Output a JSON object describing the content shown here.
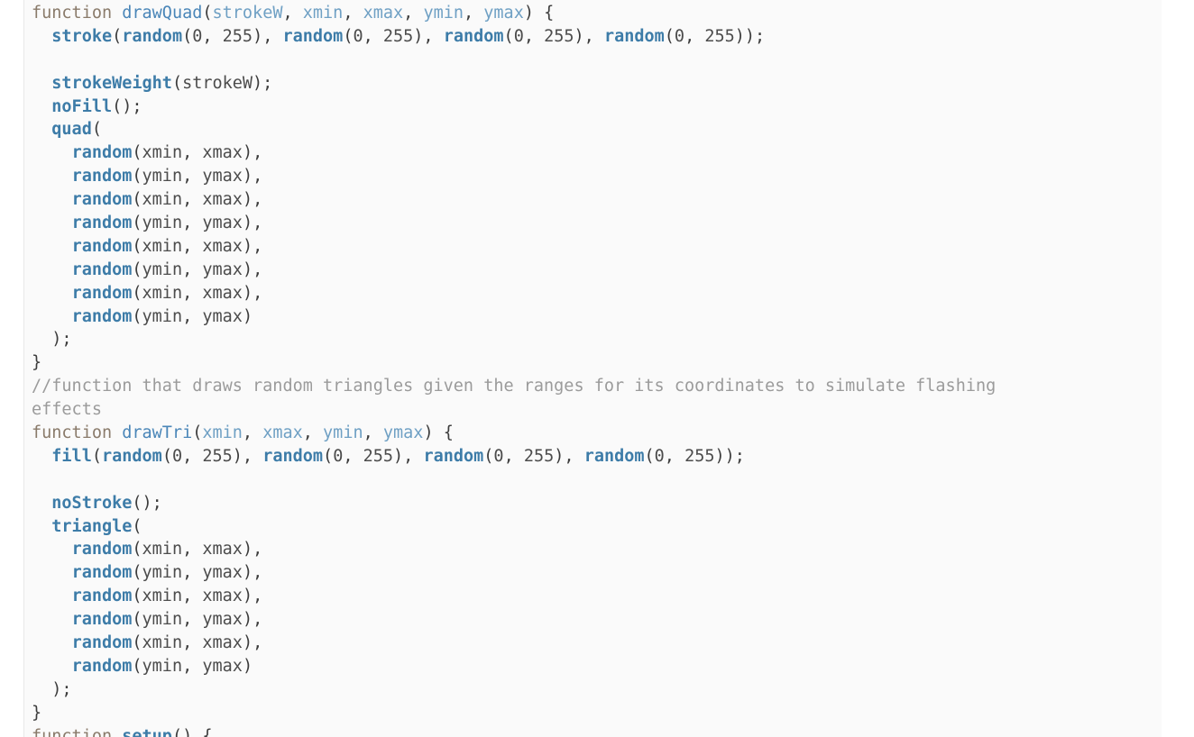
{
  "editor": {
    "name": "code-viewer",
    "language": "javascript",
    "background": "#fafafa",
    "page_background": "#ffffff",
    "gutter_border_color": "#e8e8e8",
    "colors": {
      "keyword": "#8a7b6b",
      "function_name": "#4a86b8",
      "parameter": "#6fa0c4",
      "builtin_call": "#3d7ca8",
      "punctuation": "#3c3c3c",
      "number": "#4c4c4c",
      "comment": "#9b9b9b"
    }
  },
  "code": {
    "lines": [
      {
        "id": 1,
        "indent": 0,
        "tokens": [
          {
            "t": "kw",
            "v": "function"
          },
          {
            "t": "punct",
            "v": " "
          },
          {
            "t": "fname",
            "v": "drawQuad"
          },
          {
            "t": "punct",
            "v": "("
          },
          {
            "t": "param",
            "v": "strokeW"
          },
          {
            "t": "punct",
            "v": ", "
          },
          {
            "t": "param",
            "v": "xmin"
          },
          {
            "t": "punct",
            "v": ", "
          },
          {
            "t": "param",
            "v": "xmax"
          },
          {
            "t": "punct",
            "v": ", "
          },
          {
            "t": "param",
            "v": "ymin"
          },
          {
            "t": "punct",
            "v": ", "
          },
          {
            "t": "param",
            "v": "ymax"
          },
          {
            "t": "punct",
            "v": ") {"
          }
        ]
      },
      {
        "id": 2,
        "indent": 2,
        "tokens": [
          {
            "t": "call",
            "v": "stroke"
          },
          {
            "t": "punct",
            "v": "("
          },
          {
            "t": "call",
            "v": "random"
          },
          {
            "t": "punct",
            "v": "("
          },
          {
            "t": "num",
            "v": "0"
          },
          {
            "t": "punct",
            "v": ", "
          },
          {
            "t": "num",
            "v": "255"
          },
          {
            "t": "punct",
            "v": "), "
          },
          {
            "t": "call",
            "v": "random"
          },
          {
            "t": "punct",
            "v": "("
          },
          {
            "t": "num",
            "v": "0"
          },
          {
            "t": "punct",
            "v": ", "
          },
          {
            "t": "num",
            "v": "255"
          },
          {
            "t": "punct",
            "v": "), "
          },
          {
            "t": "call",
            "v": "random"
          },
          {
            "t": "punct",
            "v": "("
          },
          {
            "t": "num",
            "v": "0"
          },
          {
            "t": "punct",
            "v": ", "
          },
          {
            "t": "num",
            "v": "255"
          },
          {
            "t": "punct",
            "v": "), "
          },
          {
            "t": "call",
            "v": "random"
          },
          {
            "t": "punct",
            "v": "("
          },
          {
            "t": "num",
            "v": "0"
          },
          {
            "t": "punct",
            "v": ", "
          },
          {
            "t": "num",
            "v": "255"
          },
          {
            "t": "punct",
            "v": "));"
          }
        ]
      },
      {
        "id": 3,
        "indent": 0,
        "tokens": []
      },
      {
        "id": 4,
        "indent": 2,
        "tokens": [
          {
            "t": "call",
            "v": "strokeWeight"
          },
          {
            "t": "punct",
            "v": "("
          },
          {
            "t": "var",
            "v": "strokeW"
          },
          {
            "t": "punct",
            "v": ");"
          }
        ]
      },
      {
        "id": 5,
        "indent": 2,
        "tokens": [
          {
            "t": "call",
            "v": "noFill"
          },
          {
            "t": "punct",
            "v": "();"
          }
        ]
      },
      {
        "id": 6,
        "indent": 2,
        "tokens": [
          {
            "t": "call",
            "v": "quad"
          },
          {
            "t": "punct",
            "v": "("
          }
        ]
      },
      {
        "id": 7,
        "indent": 4,
        "tokens": [
          {
            "t": "call",
            "v": "random"
          },
          {
            "t": "punct",
            "v": "("
          },
          {
            "t": "var",
            "v": "xmin"
          },
          {
            "t": "punct",
            "v": ", "
          },
          {
            "t": "var",
            "v": "xmax"
          },
          {
            "t": "punct",
            "v": "),"
          }
        ]
      },
      {
        "id": 8,
        "indent": 4,
        "tokens": [
          {
            "t": "call",
            "v": "random"
          },
          {
            "t": "punct",
            "v": "("
          },
          {
            "t": "var",
            "v": "ymin"
          },
          {
            "t": "punct",
            "v": ", "
          },
          {
            "t": "var",
            "v": "ymax"
          },
          {
            "t": "punct",
            "v": "),"
          }
        ]
      },
      {
        "id": 9,
        "indent": 4,
        "tokens": [
          {
            "t": "call",
            "v": "random"
          },
          {
            "t": "punct",
            "v": "("
          },
          {
            "t": "var",
            "v": "xmin"
          },
          {
            "t": "punct",
            "v": ", "
          },
          {
            "t": "var",
            "v": "xmax"
          },
          {
            "t": "punct",
            "v": "),"
          }
        ]
      },
      {
        "id": 10,
        "indent": 4,
        "tokens": [
          {
            "t": "call",
            "v": "random"
          },
          {
            "t": "punct",
            "v": "("
          },
          {
            "t": "var",
            "v": "ymin"
          },
          {
            "t": "punct",
            "v": ", "
          },
          {
            "t": "var",
            "v": "ymax"
          },
          {
            "t": "punct",
            "v": "),"
          }
        ]
      },
      {
        "id": 11,
        "indent": 4,
        "tokens": [
          {
            "t": "call",
            "v": "random"
          },
          {
            "t": "punct",
            "v": "("
          },
          {
            "t": "var",
            "v": "xmin"
          },
          {
            "t": "punct",
            "v": ", "
          },
          {
            "t": "var",
            "v": "xmax"
          },
          {
            "t": "punct",
            "v": "),"
          }
        ]
      },
      {
        "id": 12,
        "indent": 4,
        "tokens": [
          {
            "t": "call",
            "v": "random"
          },
          {
            "t": "punct",
            "v": "("
          },
          {
            "t": "var",
            "v": "ymin"
          },
          {
            "t": "punct",
            "v": ", "
          },
          {
            "t": "var",
            "v": "ymax"
          },
          {
            "t": "punct",
            "v": "),"
          }
        ]
      },
      {
        "id": 13,
        "indent": 4,
        "tokens": [
          {
            "t": "call",
            "v": "random"
          },
          {
            "t": "punct",
            "v": "("
          },
          {
            "t": "var",
            "v": "xmin"
          },
          {
            "t": "punct",
            "v": ", "
          },
          {
            "t": "var",
            "v": "xmax"
          },
          {
            "t": "punct",
            "v": "),"
          }
        ]
      },
      {
        "id": 14,
        "indent": 4,
        "tokens": [
          {
            "t": "call",
            "v": "random"
          },
          {
            "t": "punct",
            "v": "("
          },
          {
            "t": "var",
            "v": "ymin"
          },
          {
            "t": "punct",
            "v": ", "
          },
          {
            "t": "var",
            "v": "ymax"
          },
          {
            "t": "punct",
            "v": ")"
          }
        ]
      },
      {
        "id": 15,
        "indent": 2,
        "tokens": [
          {
            "t": "punct",
            "v": ");"
          }
        ]
      },
      {
        "id": 16,
        "indent": 0,
        "tokens": [
          {
            "t": "punct",
            "v": "}"
          }
        ]
      },
      {
        "id": 17,
        "indent": 0,
        "tokens": [
          {
            "t": "cmt",
            "v": "//function that draws random triangles given the ranges for its coordinates to simulate flashing"
          }
        ]
      },
      {
        "id": 18,
        "indent": 0,
        "tokens": [
          {
            "t": "cmt",
            "v": "effects"
          }
        ]
      },
      {
        "id": 19,
        "indent": 0,
        "tokens": [
          {
            "t": "kw",
            "v": "function"
          },
          {
            "t": "punct",
            "v": " "
          },
          {
            "t": "fname",
            "v": "drawTri"
          },
          {
            "t": "punct",
            "v": "("
          },
          {
            "t": "param",
            "v": "xmin"
          },
          {
            "t": "punct",
            "v": ", "
          },
          {
            "t": "param",
            "v": "xmax"
          },
          {
            "t": "punct",
            "v": ", "
          },
          {
            "t": "param",
            "v": "ymin"
          },
          {
            "t": "punct",
            "v": ", "
          },
          {
            "t": "param",
            "v": "ymax"
          },
          {
            "t": "punct",
            "v": ") {"
          }
        ]
      },
      {
        "id": 20,
        "indent": 2,
        "tokens": [
          {
            "t": "call",
            "v": "fill"
          },
          {
            "t": "punct",
            "v": "("
          },
          {
            "t": "call",
            "v": "random"
          },
          {
            "t": "punct",
            "v": "("
          },
          {
            "t": "num",
            "v": "0"
          },
          {
            "t": "punct",
            "v": ", "
          },
          {
            "t": "num",
            "v": "255"
          },
          {
            "t": "punct",
            "v": "), "
          },
          {
            "t": "call",
            "v": "random"
          },
          {
            "t": "punct",
            "v": "("
          },
          {
            "t": "num",
            "v": "0"
          },
          {
            "t": "punct",
            "v": ", "
          },
          {
            "t": "num",
            "v": "255"
          },
          {
            "t": "punct",
            "v": "), "
          },
          {
            "t": "call",
            "v": "random"
          },
          {
            "t": "punct",
            "v": "("
          },
          {
            "t": "num",
            "v": "0"
          },
          {
            "t": "punct",
            "v": ", "
          },
          {
            "t": "num",
            "v": "255"
          },
          {
            "t": "punct",
            "v": "), "
          },
          {
            "t": "call",
            "v": "random"
          },
          {
            "t": "punct",
            "v": "("
          },
          {
            "t": "num",
            "v": "0"
          },
          {
            "t": "punct",
            "v": ", "
          },
          {
            "t": "num",
            "v": "255"
          },
          {
            "t": "punct",
            "v": "));"
          }
        ]
      },
      {
        "id": 21,
        "indent": 0,
        "tokens": []
      },
      {
        "id": 22,
        "indent": 2,
        "tokens": [
          {
            "t": "call",
            "v": "noStroke"
          },
          {
            "t": "punct",
            "v": "();"
          }
        ]
      },
      {
        "id": 23,
        "indent": 2,
        "tokens": [
          {
            "t": "call",
            "v": "triangle"
          },
          {
            "t": "punct",
            "v": "("
          }
        ]
      },
      {
        "id": 24,
        "indent": 4,
        "tokens": [
          {
            "t": "call",
            "v": "random"
          },
          {
            "t": "punct",
            "v": "("
          },
          {
            "t": "var",
            "v": "xmin"
          },
          {
            "t": "punct",
            "v": ", "
          },
          {
            "t": "var",
            "v": "xmax"
          },
          {
            "t": "punct",
            "v": "),"
          }
        ]
      },
      {
        "id": 25,
        "indent": 4,
        "tokens": [
          {
            "t": "call",
            "v": "random"
          },
          {
            "t": "punct",
            "v": "("
          },
          {
            "t": "var",
            "v": "ymin"
          },
          {
            "t": "punct",
            "v": ", "
          },
          {
            "t": "var",
            "v": "ymax"
          },
          {
            "t": "punct",
            "v": "),"
          }
        ]
      },
      {
        "id": 26,
        "indent": 4,
        "tokens": [
          {
            "t": "call",
            "v": "random"
          },
          {
            "t": "punct",
            "v": "("
          },
          {
            "t": "var",
            "v": "xmin"
          },
          {
            "t": "punct",
            "v": ", "
          },
          {
            "t": "var",
            "v": "xmax"
          },
          {
            "t": "punct",
            "v": "),"
          }
        ]
      },
      {
        "id": 27,
        "indent": 4,
        "tokens": [
          {
            "t": "call",
            "v": "random"
          },
          {
            "t": "punct",
            "v": "("
          },
          {
            "t": "var",
            "v": "ymin"
          },
          {
            "t": "punct",
            "v": ", "
          },
          {
            "t": "var",
            "v": "ymax"
          },
          {
            "t": "punct",
            "v": "),"
          }
        ]
      },
      {
        "id": 28,
        "indent": 4,
        "tokens": [
          {
            "t": "call",
            "v": "random"
          },
          {
            "t": "punct",
            "v": "("
          },
          {
            "t": "var",
            "v": "xmin"
          },
          {
            "t": "punct",
            "v": ", "
          },
          {
            "t": "var",
            "v": "xmax"
          },
          {
            "t": "punct",
            "v": "),"
          }
        ]
      },
      {
        "id": 29,
        "indent": 4,
        "tokens": [
          {
            "t": "call",
            "v": "random"
          },
          {
            "t": "punct",
            "v": "("
          },
          {
            "t": "var",
            "v": "ymin"
          },
          {
            "t": "punct",
            "v": ", "
          },
          {
            "t": "var",
            "v": "ymax"
          },
          {
            "t": "punct",
            "v": ")"
          }
        ]
      },
      {
        "id": 30,
        "indent": 2,
        "tokens": [
          {
            "t": "punct",
            "v": ");"
          }
        ]
      },
      {
        "id": 31,
        "indent": 0,
        "tokens": [
          {
            "t": "punct",
            "v": "}"
          }
        ]
      },
      {
        "id": 32,
        "indent": 0,
        "clipped": true,
        "tokens": [
          {
            "t": "kw",
            "v": "function"
          },
          {
            "t": "punct",
            "v": " "
          },
          {
            "t": "call",
            "v": "setup"
          },
          {
            "t": "punct",
            "v": "() {"
          }
        ]
      }
    ]
  }
}
